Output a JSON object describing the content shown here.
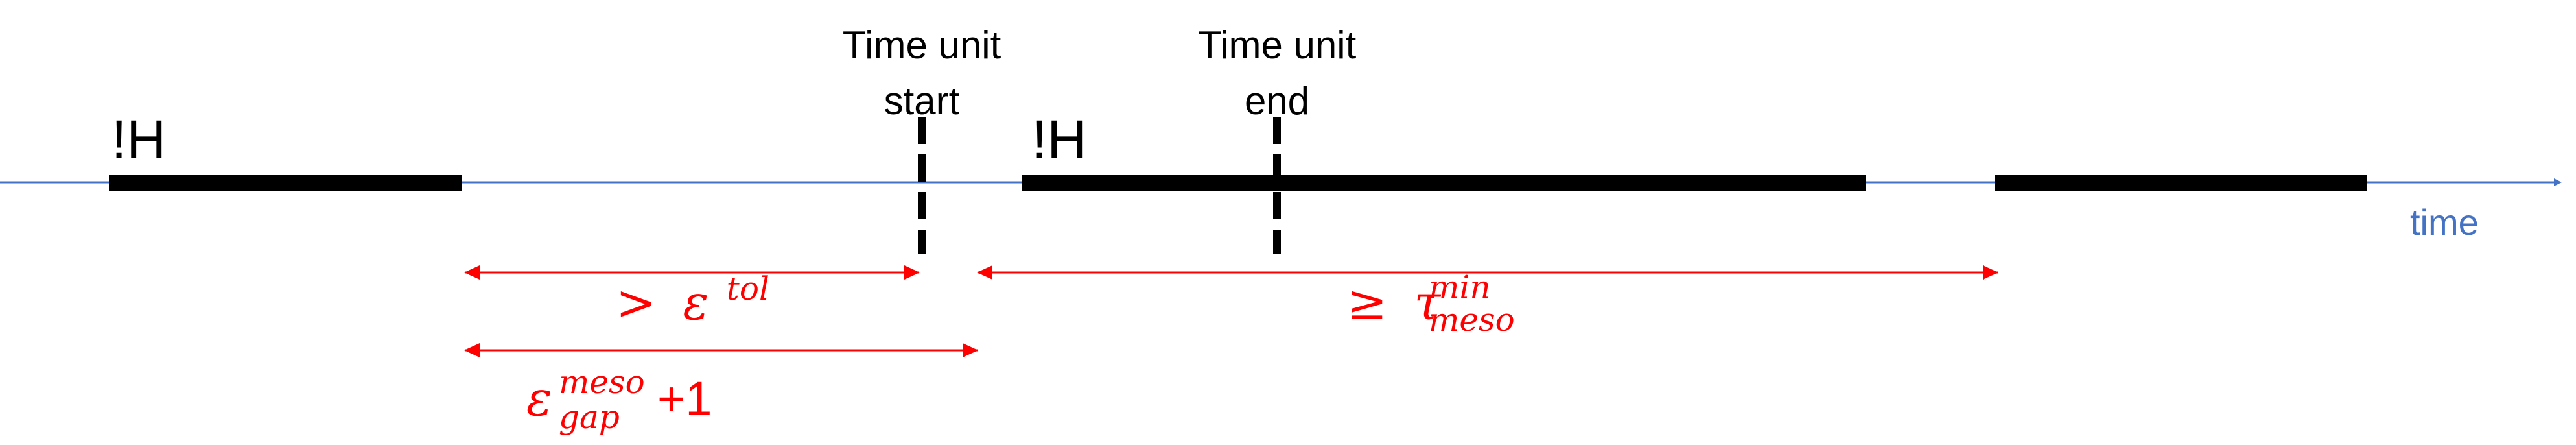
{
  "axis": {
    "label": "time",
    "color": "#4472c4"
  },
  "labels": {
    "not_h_1": "!H",
    "not_h_2": "!H",
    "time_unit_start_line1": "Time unit",
    "time_unit_start_line2": "start",
    "time_unit_end_line1": "Time unit",
    "time_unit_end_line2": "end"
  },
  "annotations": {
    "color": "#ff0000",
    "gt_symbol": ">",
    "epsilon": "ε",
    "tol_sup": "tol",
    "geq_symbol": "≥",
    "tau": "τ",
    "min_sup": "min",
    "meso_sub": "meso",
    "meso_sup": "meso",
    "gap_sub": "gap",
    "plus_one": "+1"
  },
  "colors": {
    "segment": "#000000",
    "marker": "#000000"
  }
}
